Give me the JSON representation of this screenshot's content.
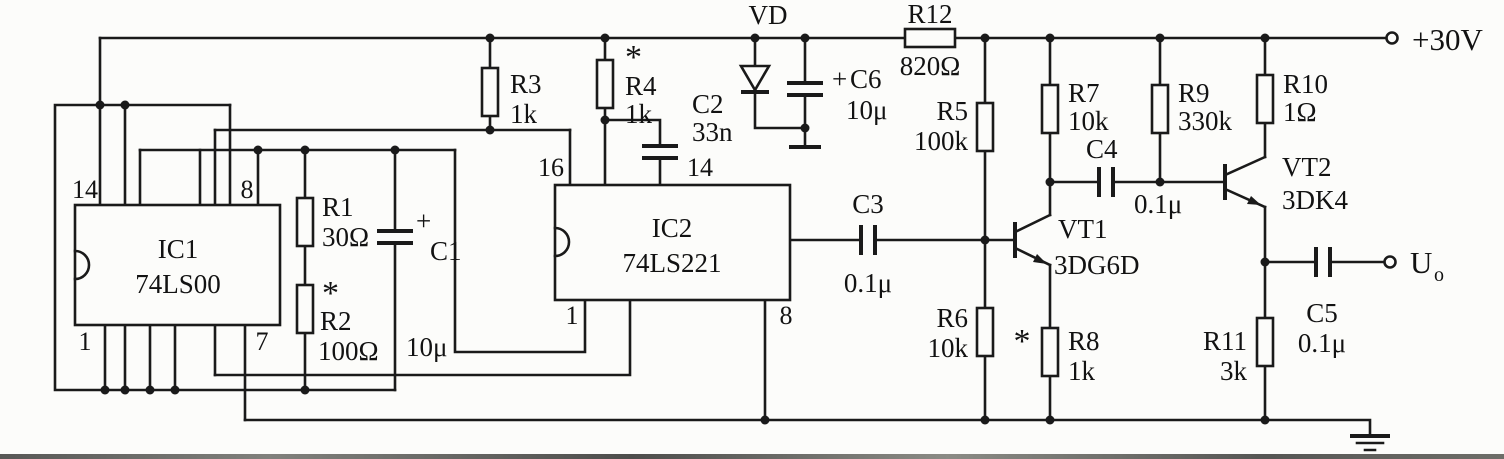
{
  "schematic": {
    "kind": "pulse-generator-circuit-schematic",
    "supply": {
      "label": "+30V"
    },
    "output": {
      "main": "U",
      "sub": "o"
    },
    "ground_count": 1,
    "ics": {
      "IC1": {
        "ref": "IC1",
        "part": "74LS00",
        "pins": {
          "p14": "14",
          "p8": "8",
          "p1": "1",
          "p7": "7"
        }
      },
      "IC2": {
        "ref": "IC2",
        "part": "74LS221",
        "pins": {
          "p16": "16",
          "p14": "14",
          "p1": "1",
          "p8": "8"
        }
      }
    },
    "resistors": {
      "R1": {
        "ref": "R1",
        "value": "30Ω"
      },
      "R2": {
        "ref": "R2",
        "value": "100Ω",
        "star": "*"
      },
      "R3": {
        "ref": "R3",
        "value": "1k"
      },
      "R4": {
        "ref": "R4",
        "value": "1k",
        "star": "*"
      },
      "R5": {
        "ref": "R5",
        "value": "100k"
      },
      "R6": {
        "ref": "R6",
        "value": "10k"
      },
      "R7": {
        "ref": "R7",
        "value": "10k"
      },
      "R8": {
        "ref": "R8",
        "value": "1k",
        "star": "*"
      },
      "R9": {
        "ref": "R9",
        "value": "330k"
      },
      "R10": {
        "ref": "R10",
        "value": "1Ω"
      },
      "R11": {
        "ref": "R11",
        "value": "3k"
      },
      "R12": {
        "ref": "R12",
        "value": "820Ω"
      }
    },
    "capacitors": {
      "C1": {
        "ref": "C1",
        "value": "10μ",
        "polarity": "+"
      },
      "C2": {
        "ref": "C2",
        "value": "33n"
      },
      "C3": {
        "ref": "C3",
        "value": "0.1μ"
      },
      "C4": {
        "ref": "C4",
        "value": "0.1μ"
      },
      "C5": {
        "ref": "C5",
        "value": "0.1μ"
      },
      "C6": {
        "ref": "C6",
        "value": "10μ",
        "polarity": "+"
      }
    },
    "semiconductors": {
      "VD": {
        "ref": "VD"
      },
      "VT1": {
        "ref": "VT1",
        "part": "3DG6D"
      },
      "VT2": {
        "ref": "VT2",
        "part": "3DK4"
      }
    }
  }
}
